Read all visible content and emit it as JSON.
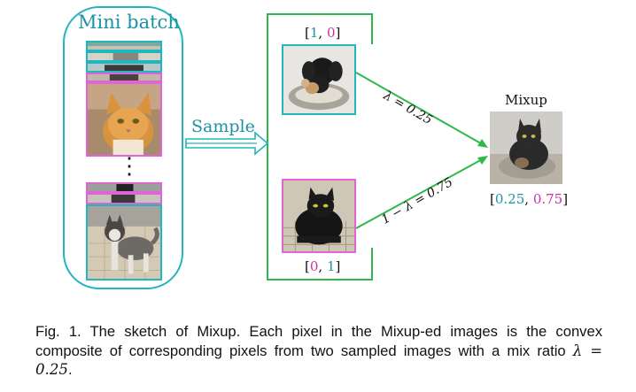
{
  "figure": {
    "mini_batch_title": "Mini batch",
    "ellipsis": "⋮",
    "sample_label": "Sample",
    "top_label": {
      "open": "[",
      "a": "1",
      "sep": ", ",
      "b": "0",
      "close": "]"
    },
    "bottom_label": {
      "open": "[",
      "a": "0",
      "sep": ", ",
      "b": "1",
      "close": "]"
    },
    "lambda_top": "λ = 0.25",
    "lambda_bottom": "1 − λ = 0.75",
    "mixup_title": "Mixup",
    "mix_label": {
      "open": "[",
      "a": "0.25",
      "sep": ", ",
      "b": "0.75",
      "close": "]"
    },
    "colors": {
      "cyan": "#21b7bd",
      "magenta": "#e064d8",
      "teal_text": "#1a93a4",
      "magenta_text": "#cc2ea7",
      "green": "#2fb84a"
    }
  },
  "caption": {
    "fig_label": "Fig. 1.",
    "text": "The sketch of Mixup. Each pixel in the Mixup-ed images is the convex composite of corresponding pixels from two sampled images with a mix ratio",
    "math": "λ = 0.25",
    "end": "."
  }
}
